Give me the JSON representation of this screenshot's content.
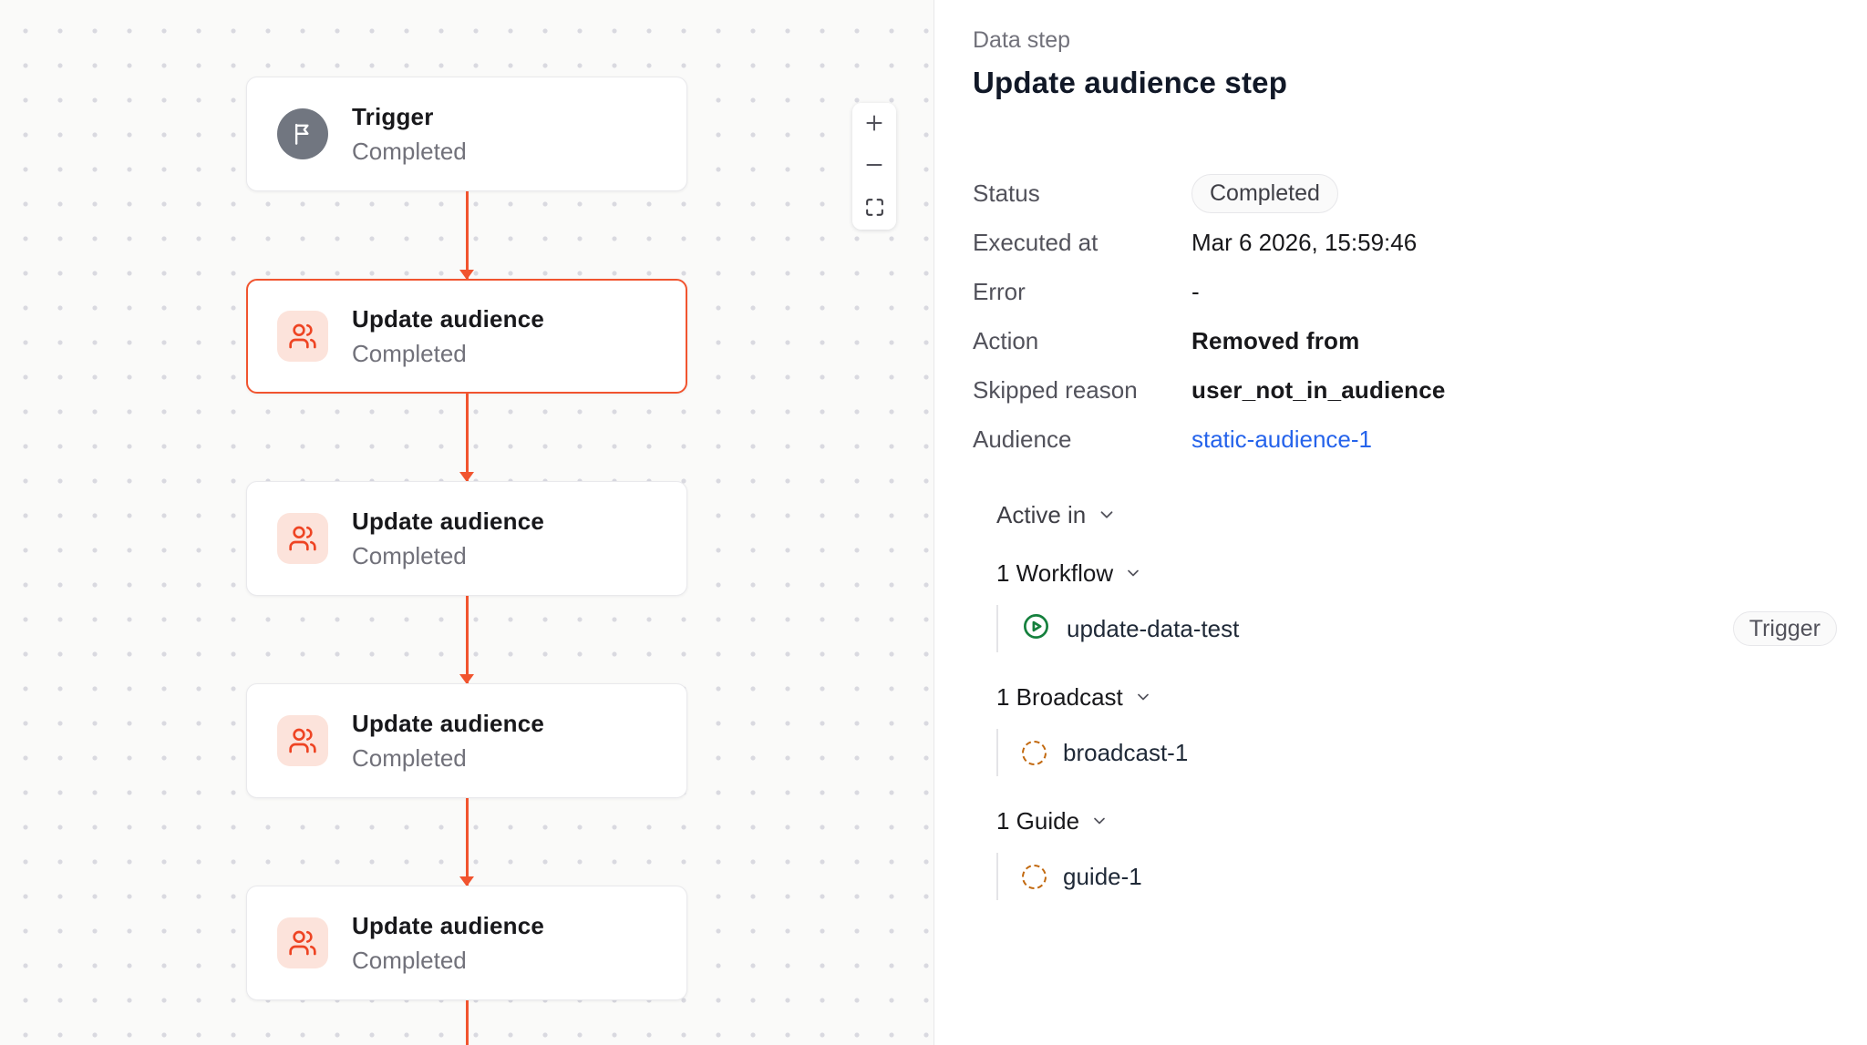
{
  "canvas": {
    "nodes": [
      {
        "title": "Trigger",
        "status": "Completed",
        "type": "trigger",
        "selected": false
      },
      {
        "title": "Update audience",
        "status": "Completed",
        "type": "audience",
        "selected": true
      },
      {
        "title": "Update audience",
        "status": "Completed",
        "type": "audience",
        "selected": false
      },
      {
        "title": "Update audience",
        "status": "Completed",
        "type": "audience",
        "selected": false
      },
      {
        "title": "Update audience",
        "status": "Completed",
        "type": "audience",
        "selected": false
      }
    ],
    "zoom_controls": {
      "zoom_in": "+",
      "zoom_out": "−",
      "fit_view": "fit-view"
    }
  },
  "panel": {
    "eyebrow": "Data step",
    "title": "Update audience step",
    "fields": [
      {
        "label": "Status",
        "value": "Completed",
        "kind": "badge"
      },
      {
        "label": "Executed at",
        "value": "Mar 6 2026, 15:59:46",
        "kind": "text"
      },
      {
        "label": "Error",
        "value": "-",
        "kind": "text"
      },
      {
        "label": "Action",
        "value": "Removed from",
        "kind": "strong"
      },
      {
        "label": "Skipped reason",
        "value": "user_not_in_audience",
        "kind": "strong"
      },
      {
        "label": "Audience",
        "value": "static-audience-1",
        "kind": "link"
      }
    ],
    "active_in": {
      "label": "Active in",
      "sections": [
        {
          "label": "1 Workflow",
          "items": [
            {
              "name": "update-data-test",
              "icon": "play-circle-icon",
              "badge": "Trigger"
            }
          ]
        },
        {
          "label": "1 Broadcast",
          "items": [
            {
              "name": "broadcast-1",
              "icon": "dashed-circle-icon"
            }
          ]
        },
        {
          "label": "1 Guide",
          "items": [
            {
              "name": "guide-1",
              "icon": "dashed-circle-icon"
            }
          ]
        }
      ]
    }
  },
  "colors": {
    "accent": "#F1542F",
    "canvas_bg": "#FAFAF9",
    "link_blue": "#2563EB",
    "workflow_green": "#15803D",
    "draft_orange": "#C2690F",
    "icon_bg_peach": "#FCE3DB",
    "trigger_gray": "#717680"
  }
}
